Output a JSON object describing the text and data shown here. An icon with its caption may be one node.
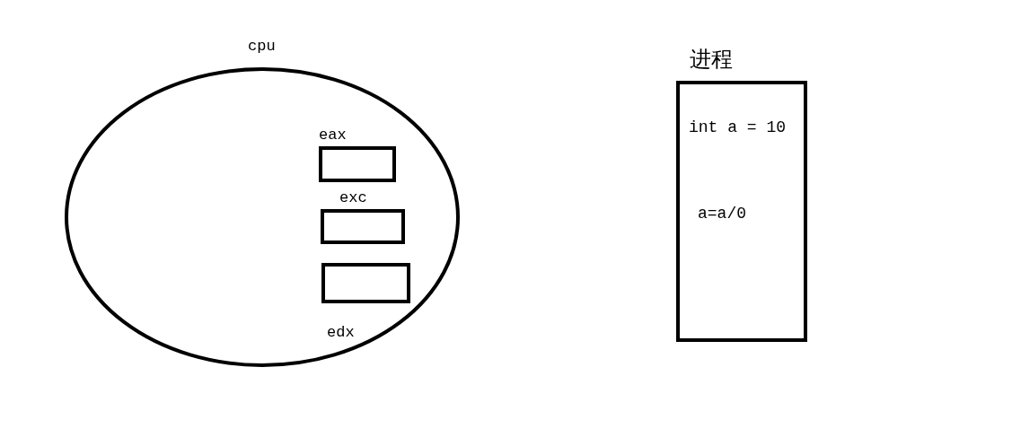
{
  "diagram": {
    "nodes": [
      {
        "text": [
          "cpu"
        ]
      },
      {
        "text": [
          "eax"
        ],
        "in": 0
      },
      {
        "text": [
          "exc"
        ],
        "in": 0
      },
      {
        "text": [
          "edx"
        ],
        "in": 0
      },
      {
        "text": [
          "进程",
          "int a = 10",
          "a=a/0"
        ]
      }
    ],
    "edges": []
  }
}
